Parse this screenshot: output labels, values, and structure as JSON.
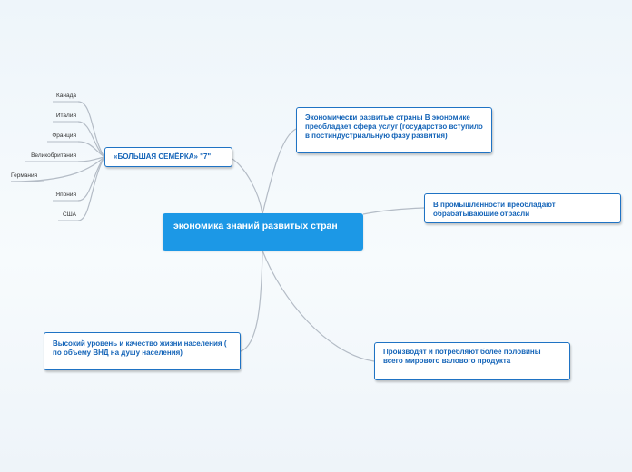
{
  "central": {
    "title": "экономика знаний развитых стран"
  },
  "branches": {
    "g7": {
      "label": "«БОЛЬШАЯ СЕМЁРКА» \"7\"",
      "countries": [
        "Канада",
        "Италия",
        "Франция",
        "Великобритания",
        "Германия",
        "Япония",
        "США"
      ]
    },
    "services": {
      "label": "Экономически развитые страны В экономике преобладает сфера услуг (государство вступило в постиндустриальную фазу развития)"
    },
    "industry": {
      "label": "В промышленности преобладают обрабатывающие отрасли"
    },
    "living": {
      "label": "Высокий уровень и качество жизни населения ( по объему ВНД на душу населения)"
    },
    "production": {
      "label": "Производят и потребляют более половины всего мирового валового продукта"
    }
  },
  "colors": {
    "central_fill": "#1c98e6",
    "node_border": "#1f73c4",
    "node_text": "#1464b8",
    "connector": "#b4bcc6"
  }
}
